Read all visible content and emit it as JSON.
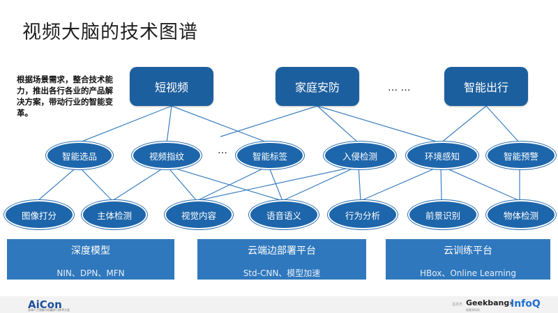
{
  "title": "视频大脑的技术图谱",
  "description": "根据场景需求，整合技术能力，推出各行各业的产品解决方案，带动行业的智能变革。",
  "top_nodes": [
    "短视频",
    "家庭安防",
    "智能出行"
  ],
  "top_ellipsis": "… …",
  "middle_nodes": [
    "智能选品",
    "视频指纹",
    "智能标签",
    "入侵检测",
    "环境感知",
    "智能预警"
  ],
  "middle_ellipsis": "…",
  "bottom_nodes": [
    "图像打分",
    "主体检测",
    "视觉内容",
    "语音语义",
    "行为分析",
    "前景识别",
    "物体检测"
  ],
  "bases": [
    {
      "title": "深度模型",
      "subtitle": "NIN、DPN、MFN"
    },
    {
      "title": "云端边部署平台",
      "subtitle": "Std-CNN、模型加速"
    },
    {
      "title": "云训练平台",
      "subtitle": "HBox、Online Learning"
    }
  ],
  "footer": {
    "aicon": "AiCon",
    "aicon_sub": "全球人工智能与机器学习技术大会",
    "host_label": "主办方",
    "geekbang": "Geekbang›",
    "geekbang_sub": "极客邦科技",
    "infoq": "InfoQ"
  },
  "colors": {
    "top_box": "#1c5f9e",
    "ellipse": "#1e66ab",
    "base": "#2f78bd",
    "line": "#3a7fc0"
  }
}
